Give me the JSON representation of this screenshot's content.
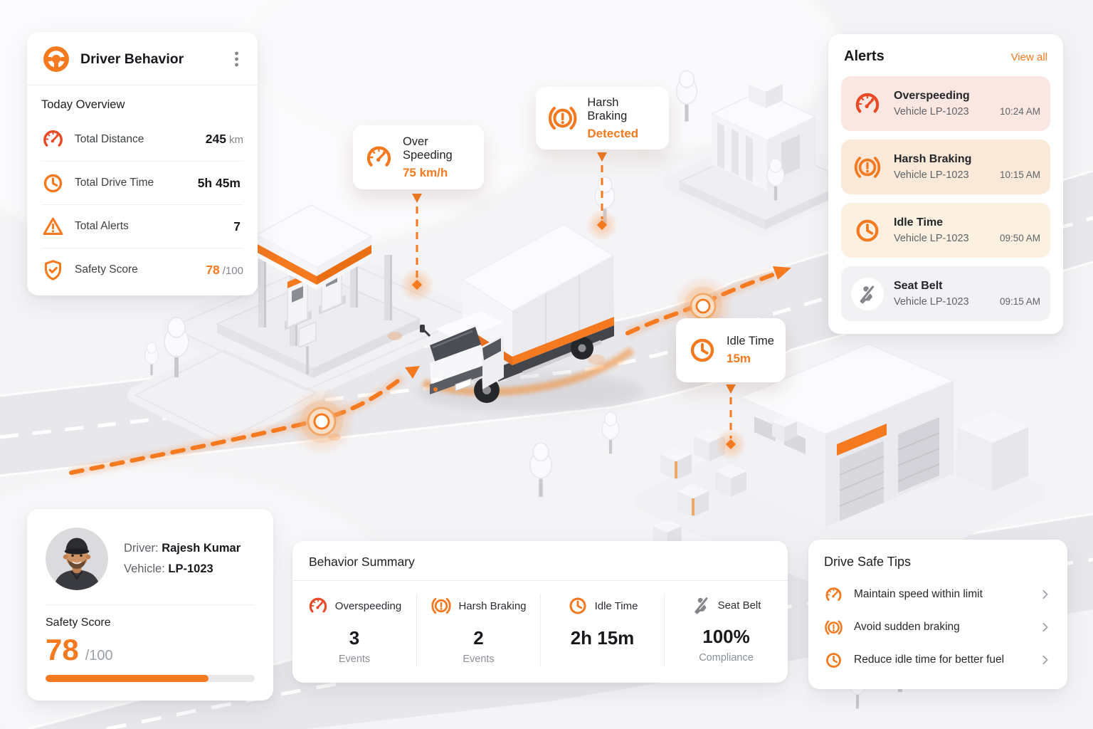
{
  "colors": {
    "accent_orange": "#F4791F",
    "danger_red": "#E84A26",
    "alert_bg_overspeeding": "#FBE7E1",
    "alert_bg_harsh_braking": "#FAE8D9",
    "alert_bg_idle_time": "#FCF1E0",
    "alert_bg_seat_belt": "#F2F2F4"
  },
  "driver_behavior": {
    "title": "Driver Behavior",
    "header_icon": "steering-wheel-icon",
    "menu_icon": "kebab-menu-icon",
    "section_title": "Today Overview",
    "stats": [
      {
        "icon": "speedometer-icon",
        "label": "Total Distance",
        "value": "245",
        "suffix": "km"
      },
      {
        "icon": "clock-icon",
        "label": "Total Drive Time",
        "value": "5h 45m",
        "suffix": ""
      },
      {
        "icon": "warning-triangle-icon",
        "label": "Total Alerts",
        "value": "7",
        "suffix": ""
      },
      {
        "icon": "shield-check-icon",
        "label": "Safety Score",
        "value": "78",
        "suffix": "/100"
      }
    ]
  },
  "callouts": {
    "overspeeding": {
      "icon": "speedometer-icon",
      "title": "Over Speeding",
      "value": "75 km/h"
    },
    "harsh_braking": {
      "icon": "brake-warning-icon",
      "title": "Harsh Braking",
      "value": "Detected"
    },
    "idle_time": {
      "icon": "clock-icon",
      "title": "Idle Time",
      "value": "15m"
    }
  },
  "alerts_panel": {
    "title": "Alerts",
    "view_all": "View all",
    "items": [
      {
        "icon": "speedometer-icon",
        "title": "Overspeeding",
        "vehicle": "Vehicle LP-1023",
        "time": "10:24 AM"
      },
      {
        "icon": "brake-warning-icon",
        "title": "Harsh Braking",
        "vehicle": "Vehicle LP-1023",
        "time": "10:15 AM"
      },
      {
        "icon": "clock-icon",
        "title": "Idle Time",
        "vehicle": "Vehicle LP-1023",
        "time": "09:50 AM"
      },
      {
        "icon": "seat-belt-icon",
        "title": "Seat Belt",
        "vehicle": "Vehicle LP-1023",
        "time": "09:15 AM"
      }
    ]
  },
  "driver_card": {
    "driver_label": "Driver:",
    "driver_name": "Rajesh Kumar",
    "vehicle_label": "Vehicle:",
    "vehicle_id": "LP-1023",
    "score_label": "Safety Score",
    "score_value": "78",
    "score_max": "/100",
    "score_percent": 78
  },
  "behavior_summary": {
    "title": "Behavior Summary",
    "items": [
      {
        "icon": "speedometer-icon",
        "label": "Overspeeding",
        "value": "3",
        "sub": "Events"
      },
      {
        "icon": "brake-warning-icon",
        "label": "Harsh Braking",
        "value": "2",
        "sub": "Events"
      },
      {
        "icon": "clock-icon",
        "label": "Idle Time",
        "value": "2h 15m",
        "sub": ""
      },
      {
        "icon": "seat-belt-icon",
        "label": "Seat Belt",
        "value": "100%",
        "sub": "Compliance"
      }
    ]
  },
  "drive_safe_tips": {
    "title": "Drive Safe Tips",
    "items": [
      {
        "icon": "speedometer-icon",
        "label": "Maintain speed within limit"
      },
      {
        "icon": "brake-warning-icon",
        "label": "Avoid sudden braking"
      },
      {
        "icon": "clock-icon",
        "label": "Reduce idle time for better fuel"
      }
    ]
  }
}
